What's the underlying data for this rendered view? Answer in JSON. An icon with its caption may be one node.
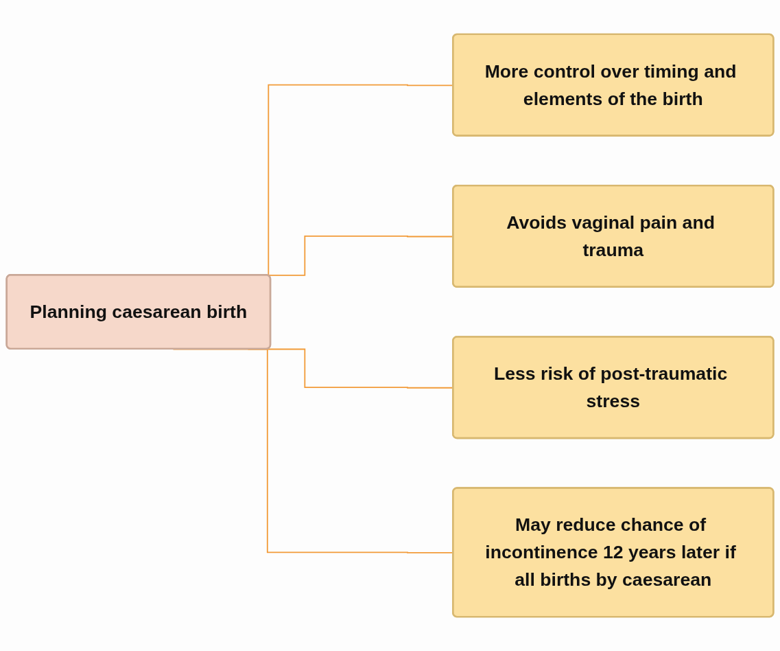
{
  "diagram": {
    "nodes": [
      {
        "text": [
          "Planning caesarean birth"
        ]
      },
      {
        "text": [
          "More control over timing and elements of the birth"
        ]
      },
      {
        "text": [
          "Avoids vaginal pain and trauma"
        ]
      },
      {
        "text": [
          "Less risk of post-traumatic stress"
        ]
      },
      {
        "text": [
          "May reduce chance of incontinence 12 years later if all births by caesarean"
        ]
      }
    ],
    "edges": [
      {
        "from": 0,
        "to": 1,
        "arrow": "none"
      },
      {
        "from": 0,
        "to": 2,
        "arrow": "none"
      },
      {
        "from": 0,
        "to": 3,
        "arrow": "none"
      },
      {
        "from": 0,
        "to": 4,
        "arrow": "none"
      }
    ]
  }
}
